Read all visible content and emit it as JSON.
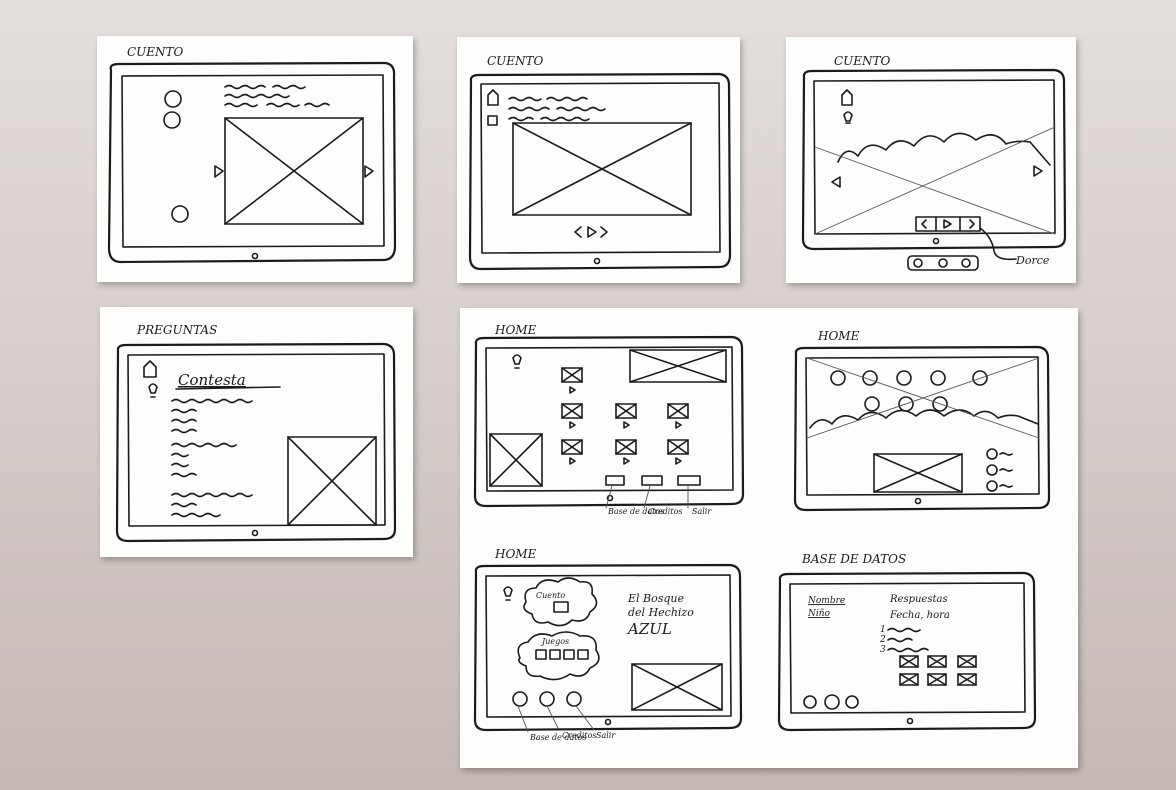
{
  "sketches": {
    "cuento_1": {
      "title": "CUENTO"
    },
    "cuento_2": {
      "title": "CUENTO"
    },
    "cuento_3": {
      "title": "CUENTO",
      "note": "Dorce"
    },
    "preguntas": {
      "title": "PREGUNTAS",
      "heading": "Contesta"
    },
    "home_1": {
      "title": "HOME",
      "labels": [
        "Base de datos",
        "Creditos",
        "Salir"
      ]
    },
    "home_2": {
      "title": "HOME"
    },
    "home_3": {
      "title": "HOME",
      "cloud_1": "Cuento",
      "cloud_2": "Juegos",
      "story_title": [
        "El Bosque",
        "del Hechizo",
        "AZUL"
      ],
      "labels": [
        "Base de datos",
        "Creditos",
        "Salir"
      ]
    },
    "base_de_datos": {
      "title": "BASE DE DATOS",
      "left_labels": [
        "Nombre",
        "Niño"
      ],
      "right_labels": [
        "Respuestas",
        "Fecha, hora"
      ],
      "numbers": [
        "1",
        "2",
        "3"
      ]
    }
  },
  "colors": {
    "paper": "#fdfdfc",
    "ink": "#1b1b1b",
    "background": "#d6cdca"
  }
}
